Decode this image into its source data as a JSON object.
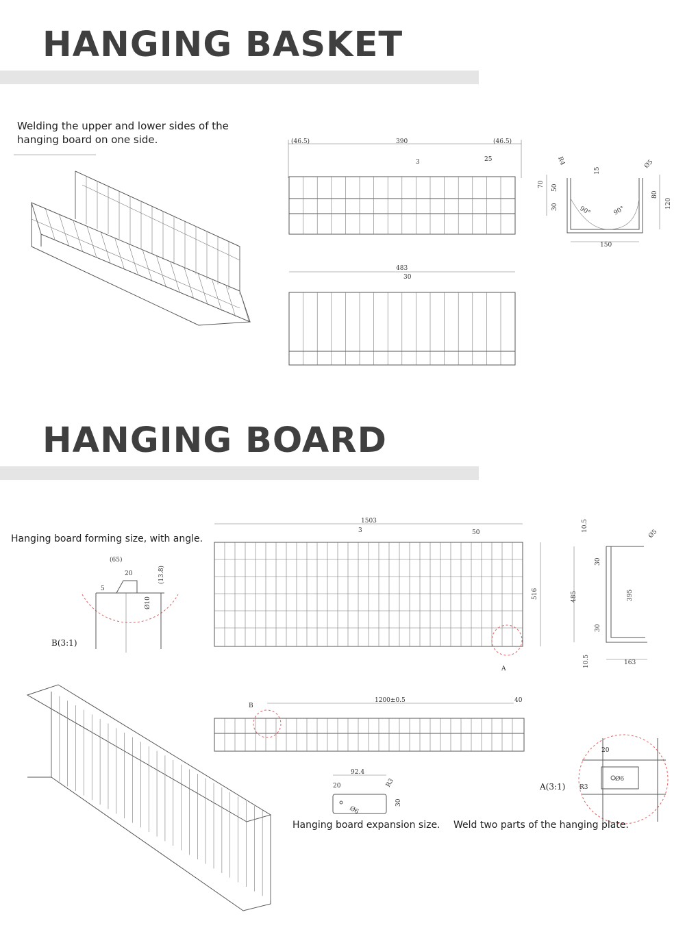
{
  "sections": {
    "basket": {
      "title": "HANGING BASKET",
      "weld_note": "Welding the upper and lower sides of the hanging board on one side.",
      "front_dims": {
        "left": "(46.5)",
        "middle": "390",
        "right": "(46.5)",
        "gap": "3",
        "tab": "25"
      },
      "top_dims": {
        "width": "483",
        "tab": "30"
      },
      "side_dims": {
        "radius": "R4",
        "d70": "70",
        "d50": "50",
        "d30": "30",
        "d15": "15",
        "d80": "80",
        "d120": "120",
        "d150": "150",
        "angle1": "90°",
        "angle2": "90°",
        "dia": "Ø5"
      }
    },
    "board": {
      "title": "HANGING BOARD",
      "forming_note": "Hanging board forming size, with angle.",
      "detail_b": {
        "label": "B(3:1)",
        "d65": "(65)",
        "d20": "20",
        "d13_8": "(13.8)",
        "d10": "Ø10",
        "d5": "5"
      },
      "front_dims": {
        "width": "1503",
        "gap": "3",
        "d50": "50",
        "height": "516",
        "marker_a": "A"
      },
      "side_dims": {
        "d10_5_top": "10.5",
        "dia": "Ø5",
        "d30_top": "30",
        "d485": "485",
        "d395": "395",
        "d30_bot": "30",
        "d10_5_bot": "10.5",
        "d163": "163"
      },
      "top_dims": {
        "marker_b": "B",
        "length": "1200±0.5",
        "d40": "40"
      },
      "expansion": {
        "d92_4": "92.4",
        "d20": "20",
        "r3": "R3",
        "d6": "Ø6",
        "d30": "30",
        "note": "Hanging board expansion size."
      },
      "detail_a": {
        "label": "A(3:1)",
        "d20": "20",
        "r3": "R3",
        "d6": "Ø6",
        "note": "Weld two parts of the hanging plate."
      }
    }
  }
}
